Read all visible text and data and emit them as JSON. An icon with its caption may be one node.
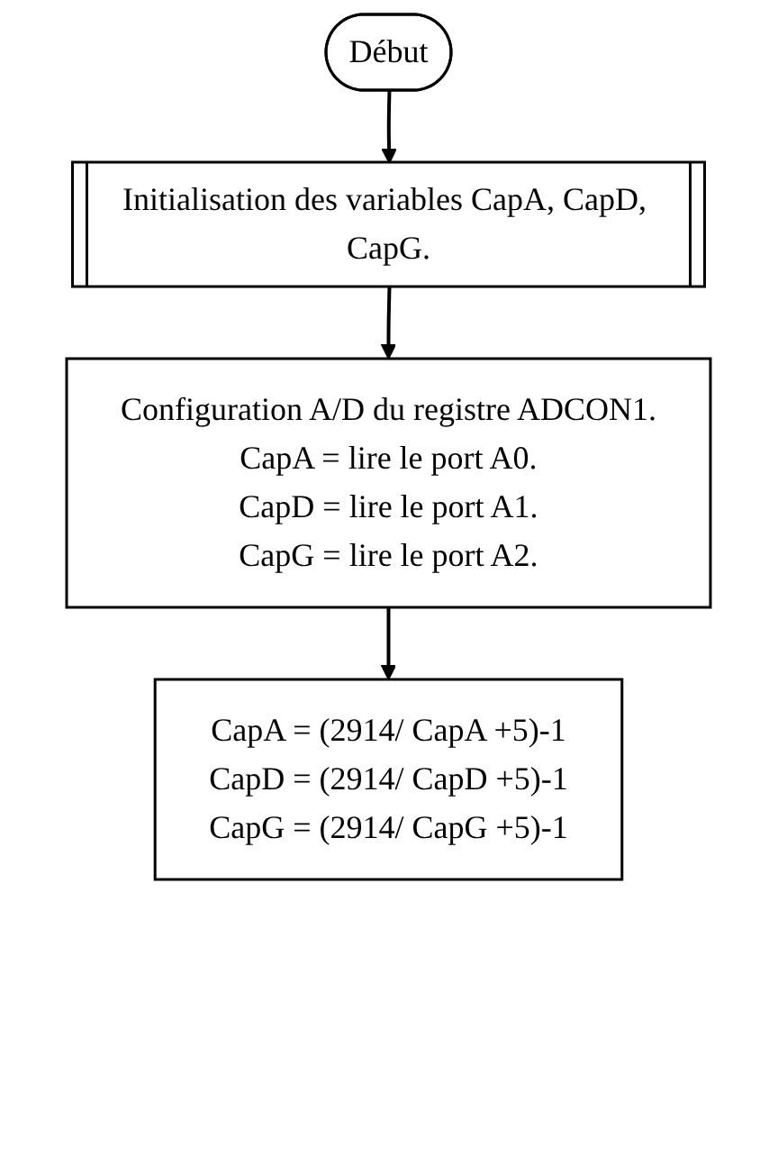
{
  "diagram": {
    "nodes": [
      {
        "text": [
          "Début"
        ]
      },
      {
        "text": [
          "Initialisation des variables CapA, CapD, CapG."
        ]
      },
      {
        "text": [
          "Configuration A/D du registre ADCON1.",
          "CapA = lire le port A0.",
          "CapD = lire le port A1.",
          "CapG = lire le port A2."
        ]
      },
      {
        "text": [
          "CapA = (2914/ CapA +5)-1",
          "CapD = (2914/ CapD +5)-1",
          "CapG = (2914/ CapG +5)-1"
        ]
      }
    ],
    "edges": [
      {
        "from": 0,
        "to": 1,
        "arrow": "to"
      },
      {
        "from": 1,
        "to": 2,
        "arrow": "to"
      },
      {
        "from": 2,
        "to": 3,
        "arrow": "to"
      }
    ]
  }
}
